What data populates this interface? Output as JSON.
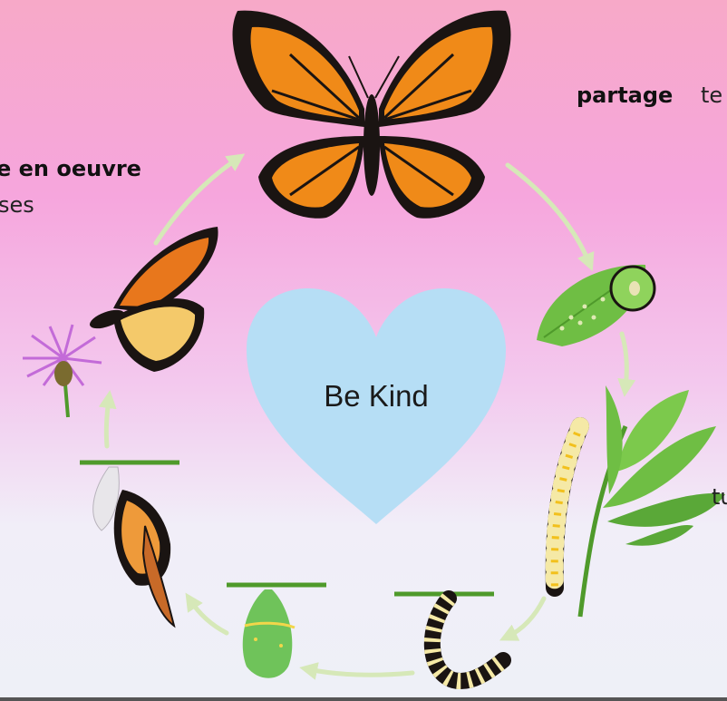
{
  "center": {
    "text": "Be Kind"
  },
  "labels": {
    "top_right_bold": "partage",
    "top_right_tail": "te",
    "left_bold": "e en oeuvre",
    "left_second": "ses",
    "right_mid": "tu"
  },
  "colors": {
    "heart": "#b6def5",
    "arrow": "#d6e8b8",
    "orange": "#f08a18",
    "black": "#1a1412",
    "leaf": "#6fbe44",
    "chrysalis": "#6fc35a"
  },
  "stages": [
    "butterfly",
    "egg-on-leaf",
    "caterpillar-on-milkweed",
    "j-hanging-caterpillar",
    "chrysalis",
    "emerging-butterfly",
    "butterfly-on-flower"
  ]
}
